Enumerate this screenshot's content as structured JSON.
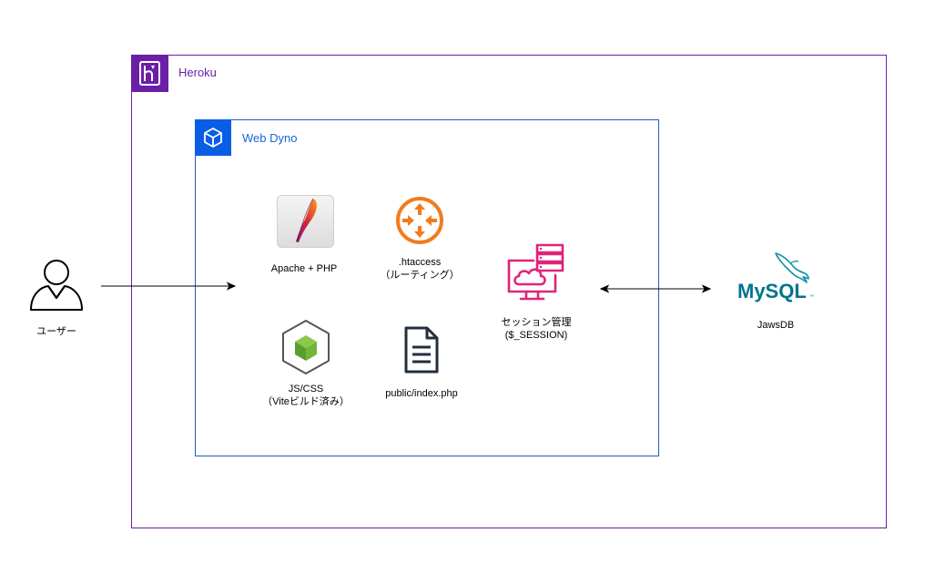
{
  "groups": {
    "heroku": {
      "label": "Heroku",
      "color": "#6b1fa6"
    },
    "web_dyno": {
      "label": "Web Dyno",
      "color": "#0a5ee6"
    }
  },
  "nodes": {
    "user": {
      "label": "ユーザー",
      "icon": "user-icon"
    },
    "apache": {
      "label": "Apache + PHP",
      "icon": "apache-feather-icon"
    },
    "htaccess": {
      "line1": ".htaccess",
      "line2": "（ルーティング）",
      "icon": "router-icon",
      "color": "#f27b1d"
    },
    "jscss": {
      "line1": "JS/CSS",
      "line2": "（Viteビルド済み）",
      "icon": "nodejs-cube-icon"
    },
    "index": {
      "label": "public/index.php",
      "icon": "document-icon"
    },
    "session": {
      "line1": "セッション管理",
      "line2": "($_SESSION)",
      "icon": "cloud-server-icon",
      "color": "#e0247a"
    },
    "mysql": {
      "label": "JawsDB",
      "icon": "mysql-logo-icon"
    }
  },
  "logo_text": {
    "mysql": "MySQL"
  },
  "edges": [
    {
      "from": "user",
      "to": "apache",
      "style": "one-way-arrow"
    },
    {
      "from": "session",
      "to": "mysql",
      "style": "two-way-arrow"
    }
  ]
}
